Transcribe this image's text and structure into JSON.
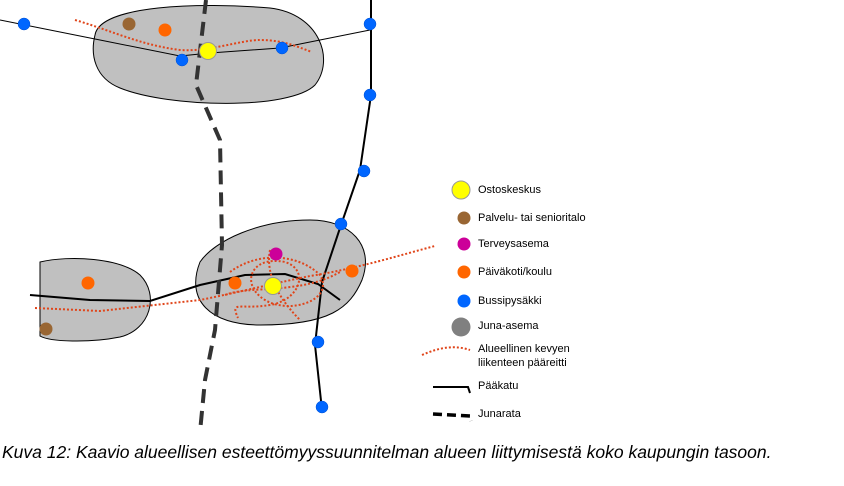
{
  "legend": {
    "shopping_center": "Ostoskeskus",
    "service_house": "Palvelu- tai senioritalo",
    "health_center": "Terveysasema",
    "daycare_school": "Päiväkoti/koulu",
    "bus_stop": "Bussipysäkki",
    "train_station": "Juna-asema",
    "route_line1": "Alueellinen kevyen",
    "route_line2": "liikenteen pääreitti",
    "main_street": "Pääkatu",
    "railway": "Junarata"
  },
  "colors": {
    "area": "#c0c0c0",
    "shopping": "#ffff00",
    "service": "#996633",
    "health": "#cc0099",
    "school": "#ff6600",
    "bus": "#0066ff",
    "station": "#808080",
    "route": "#e0451a"
  },
  "caption": "Kuva 12: Kaavio alueellisen esteettömyyssuunnitelman alueen liittymisestä koko kaupungin tasoon."
}
